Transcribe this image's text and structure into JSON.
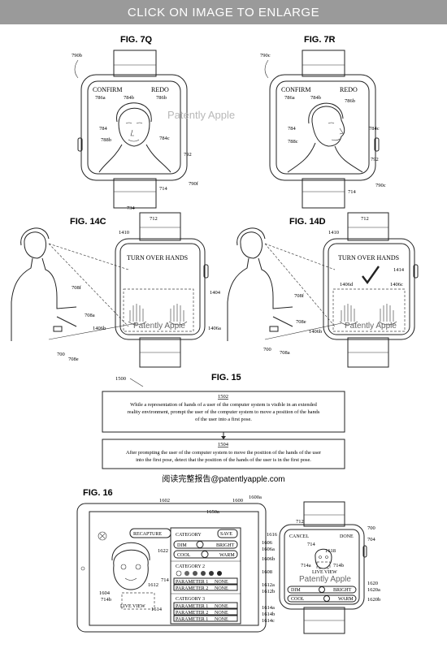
{
  "banner": "CLICK ON IMAGE TO ENLARGE",
  "fig7q": {
    "title": "FIG. 7Q",
    "confirm": "CONFIRM",
    "redo": "REDO",
    "refs": [
      "790b",
      "786a",
      "784b",
      "786b",
      "784",
      "788b",
      "784c",
      "792",
      "714",
      "790f",
      "734"
    ]
  },
  "fig7r": {
    "title": "FIG. 7R",
    "confirm": "CONFIRM",
    "redo": "REDO",
    "refs": [
      "790c",
      "786a",
      "784b",
      "786b",
      "784",
      "788c",
      "784c",
      "792",
      "714",
      "790c"
    ]
  },
  "watermark_top": "Patently Apple",
  "fig14c": {
    "title": "FIG. 14C",
    "heading": "TURN OVER HANDS",
    "refs": [
      "712",
      "1410",
      "1404",
      "708f",
      "708a",
      "1406b",
      "1406a",
      "700",
      "708e"
    ],
    "watermark": "Patently Apple"
  },
  "fig14d": {
    "title": "FIG. 14D",
    "heading": "TURN OVER HANDS",
    "refs": [
      "712",
      "1410",
      "1414",
      "1406d",
      "1406c",
      "708f",
      "708e",
      "1406b",
      "708a",
      "700"
    ],
    "watermark": "Patently Apple"
  },
  "fig15": {
    "title": "FIG. 15",
    "ref": "1500",
    "box1_num": "1502",
    "box1_lines": [
      "While a representation of hands of a user of the computer system is visible in an extended",
      "reality environment, prompt the user of the computer system to move a position of the hands",
      "of the user into a first pose."
    ],
    "box2_num": "1504",
    "box2_lines": [
      "After prompting the user of the computer system to move the position of the hands of the user",
      "into the first pose, detect that the position of the hands of the user is in the first pose."
    ]
  },
  "site_caption": "阅读完整报告@patentlyapple.com",
  "fig16": {
    "title": "FIG. 16",
    "recapture": "RECAPTURE",
    "category": "CATEGORY",
    "save": "SAVE",
    "dim": "DIM",
    "bright": "BRIGHT",
    "cool": "COOL",
    "warm": "WARM",
    "category2": "CATEGORY 2",
    "param1": "PARAMETER 1",
    "param2": "PARAMETER 2",
    "none": "NONE",
    "category3": "CATEGORY 3",
    "live_view": "LIVE VIEW",
    "cancel": "CANCEL",
    "done": "DONE",
    "watch_live_view": "LIVE VIEW",
    "watermark": "Patently Apple",
    "watch_dim": "DIM",
    "watch_bright": "BRIGHT",
    "watch_cool": "COOL",
    "watch_warm": "WARM",
    "refs_left": [
      "1602",
      "1600",
      "1600a",
      "1650a",
      "1616",
      "1606",
      "1606a",
      "1606b",
      "1622",
      "1604",
      "714b",
      "714",
      "1612",
      "1608",
      "1612a",
      "1612b",
      "1614",
      "1614a",
      "1614b",
      "1614c"
    ],
    "refs_watch": [
      "712",
      "700",
      "704",
      "714",
      "1618",
      "714a",
      "714b",
      "1620",
      "1620a",
      "1620b"
    ]
  }
}
